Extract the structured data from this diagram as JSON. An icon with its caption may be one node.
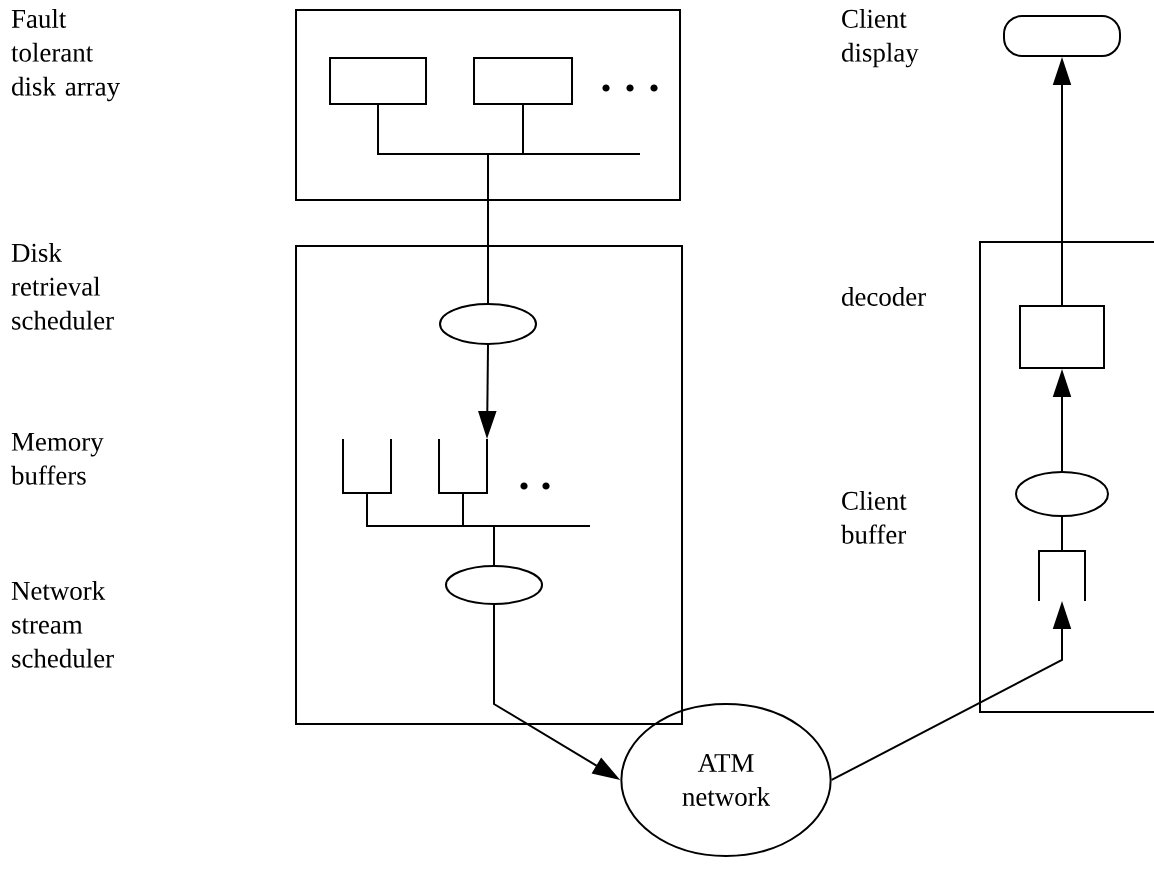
{
  "diagram": {
    "nodes": [
      {
        "text": [],
        "shape": "box"
      },
      {
        "text": [],
        "shape": "box",
        "in": 0
      },
      {
        "text": [],
        "shape": "box",
        "in": 0
      },
      {
        "text": [],
        "shape": "box"
      },
      {
        "text": [],
        "shape": "ellipse",
        "in": 3
      },
      {
        "text": [],
        "shape": "buffer",
        "in": 3
      },
      {
        "text": [],
        "shape": "buffer",
        "in": 3
      },
      {
        "text": [],
        "shape": "ellipse",
        "in": 3
      },
      {
        "text": [
          "ATM network"
        ]
      },
      {
        "text": [],
        "shape": "box"
      },
      {
        "text": [],
        "shape": "capsule"
      },
      {
        "text": [],
        "shape": "box",
        "in": 9
      },
      {
        "text": [],
        "shape": "ellipse",
        "in": 9
      },
      {
        "text": [],
        "shape": "buffer",
        "in": 9
      }
    ],
    "edges": [
      {
        "from": 1,
        "to": 4,
        "arrow": "none"
      },
      {
        "from": 2,
        "to": 4,
        "arrow": "none"
      },
      {
        "from": 4,
        "to": 6,
        "arrow": "to"
      },
      {
        "from": 5,
        "to": 7,
        "arrow": "none"
      },
      {
        "from": 6,
        "to": 7,
        "arrow": "none"
      },
      {
        "from": 7,
        "to": 8,
        "arrow": "to"
      },
      {
        "from": 8,
        "to": 13,
        "arrow": "to"
      },
      {
        "from": 13,
        "to": 12,
        "arrow": "none"
      },
      {
        "from": 12,
        "to": 11,
        "arrow": "to"
      },
      {
        "from": 11,
        "to": 10,
        "arrow": "to"
      }
    ],
    "labels": [
      "Fault tolerant disk array",
      "Disk retrieval scheduler",
      "Memory buffers",
      "Network stream scheduler",
      "Client display",
      "decoder",
      "Client buffer"
    ]
  }
}
